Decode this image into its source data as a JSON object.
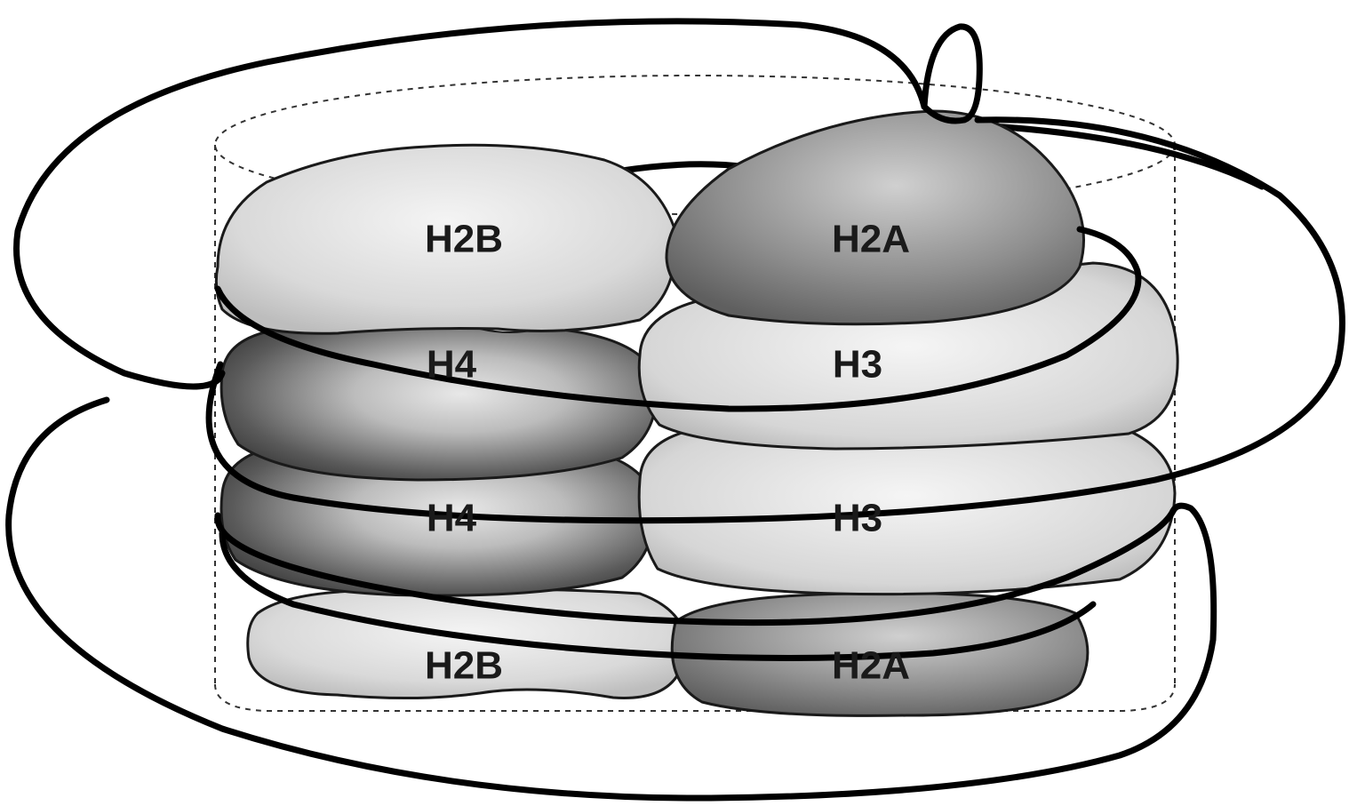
{
  "labels": {
    "top_left": "H2B",
    "top_right": "H2A",
    "upper_mid_left": "H4",
    "upper_mid_right": "H3",
    "lower_mid_left": "H4",
    "lower_mid_right": "H3",
    "bottom_left": "H2B",
    "bottom_right": "H2A"
  }
}
